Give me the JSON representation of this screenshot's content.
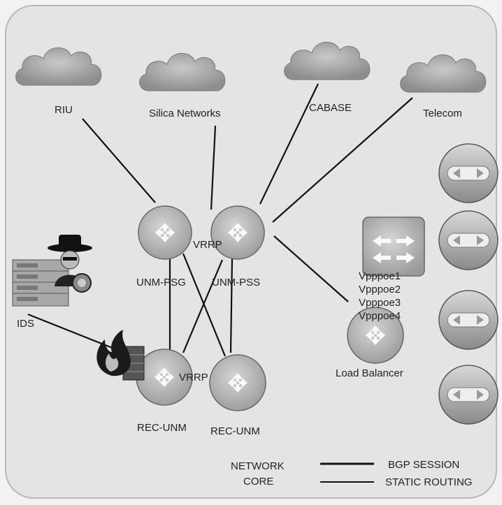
{
  "clouds": [
    {
      "id": "riu",
      "label": "RIU"
    },
    {
      "id": "silica",
      "label": "Silica Networks"
    },
    {
      "id": "cabase",
      "label": "CABASE"
    },
    {
      "id": "telecom",
      "label": "Telecom"
    }
  ],
  "routers": [
    {
      "id": "unm-psg",
      "label": "UNM-PSG"
    },
    {
      "id": "unm-pss",
      "label": "UNM-PSS"
    },
    {
      "id": "rec-unm-1",
      "label": "REC-UNM"
    },
    {
      "id": "rec-unm-2",
      "label": "REC-UNM"
    },
    {
      "id": "load-balancer",
      "label": "Load Balancer"
    }
  ],
  "vrrp_top": "VRRP",
  "vrrp_bottom": "VRRP",
  "ids_label": "IDS",
  "vpppoe": [
    "Vpppoe1",
    "Vpppoe2",
    "Vpppoe3",
    "Vpppoe4"
  ],
  "legend": {
    "title_line1": "NETWORK",
    "title_line2": "CORE",
    "bgp": "BGP SESSION",
    "static": "STATIC ROUTING"
  }
}
